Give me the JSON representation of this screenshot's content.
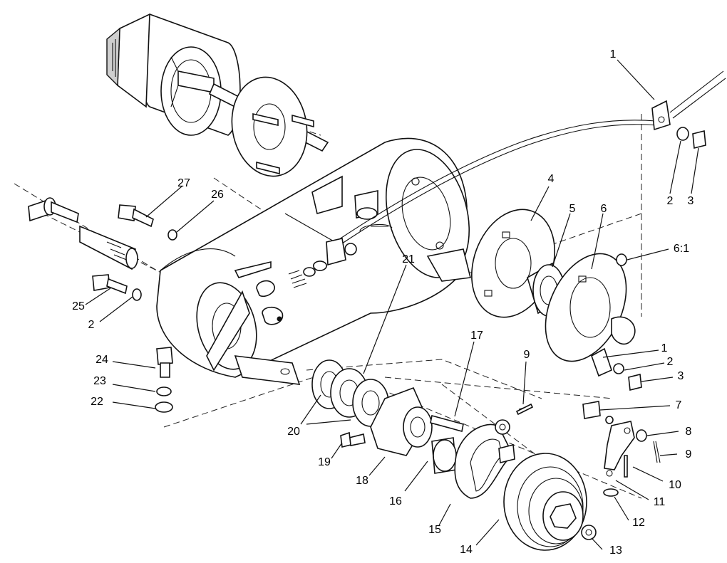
{
  "callouts": {
    "c1_top": "1",
    "c2_top": "2",
    "c3_top": "3",
    "c4": "4",
    "c5": "5",
    "c6": "6",
    "c6_1": "6:1",
    "c27": "27",
    "c26": "26",
    "c25": "25",
    "c2_left": "2",
    "c21": "21",
    "c17": "17",
    "c9_top": "9",
    "c1_mid": "1",
    "c2_mid": "2",
    "c3_mid": "3",
    "c7": "7",
    "c8": "8",
    "c9_right": "9",
    "c10": "10",
    "c11": "11",
    "c12": "12",
    "c13": "13",
    "c14": "14",
    "c15": "15",
    "c16": "16",
    "c18": "18",
    "c19": "19",
    "c20": "20",
    "c22": "22",
    "c23": "23",
    "c24": "24"
  }
}
